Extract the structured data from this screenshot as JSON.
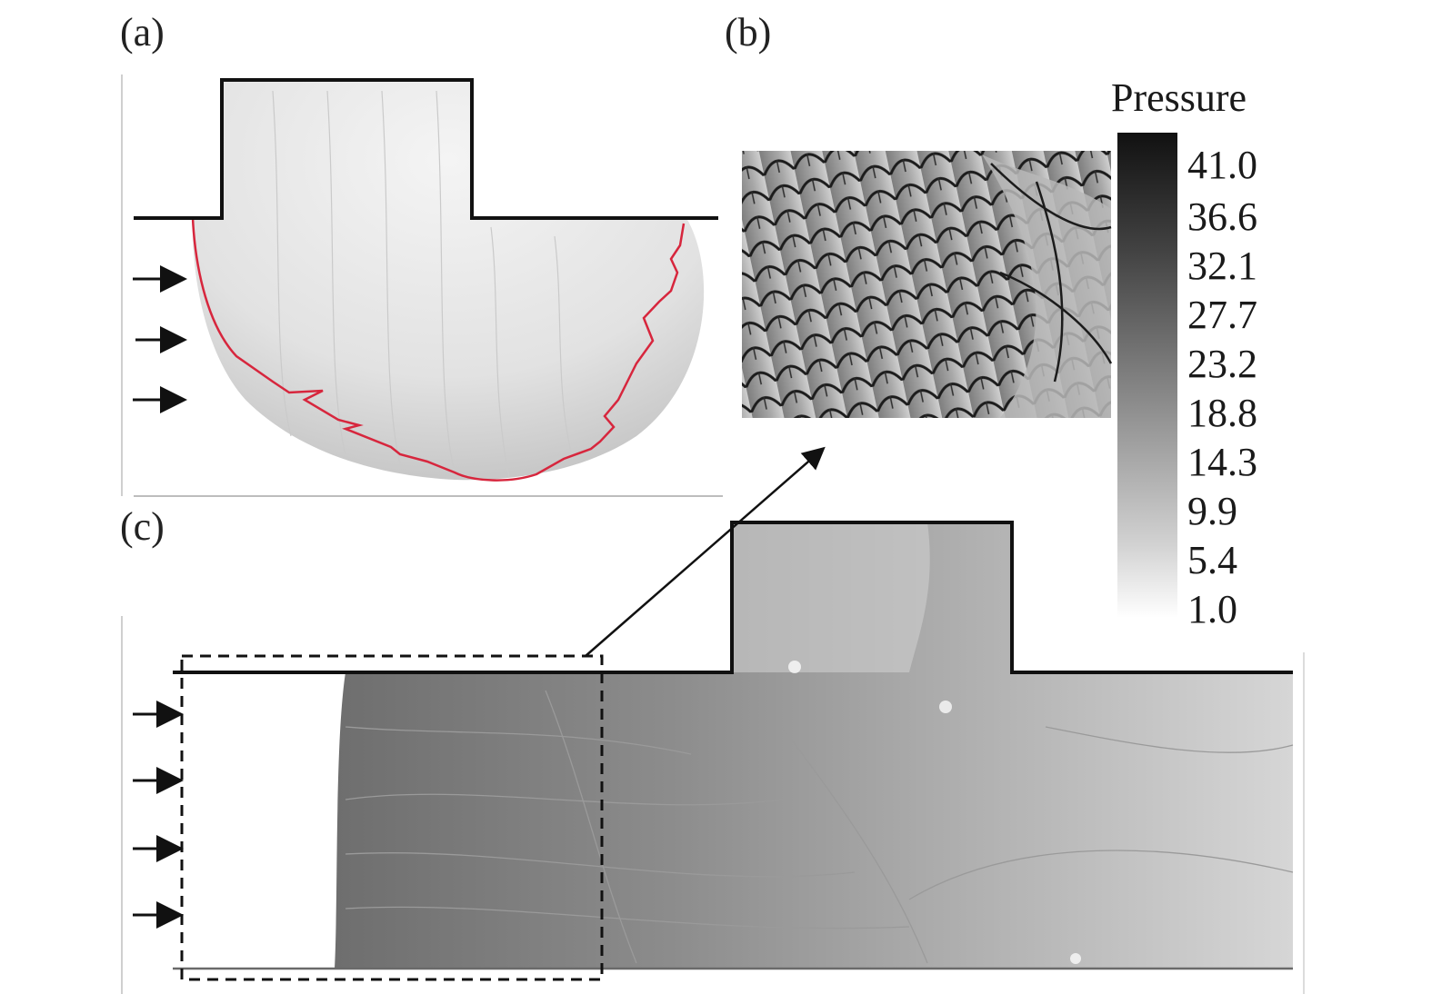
{
  "panels": {
    "a": "(a)",
    "b": "(b)",
    "c": "(c)"
  },
  "colorbar": {
    "title": "Pressure",
    "ticks": [
      "41.0",
      "36.6",
      "32.1",
      "27.7",
      "23.2",
      "18.8",
      "14.3",
      "9.9",
      "5.4",
      "1.0"
    ]
  },
  "colors": {
    "front_line": "#d7263d",
    "wall": "#111111",
    "arrow": "#111111"
  }
}
